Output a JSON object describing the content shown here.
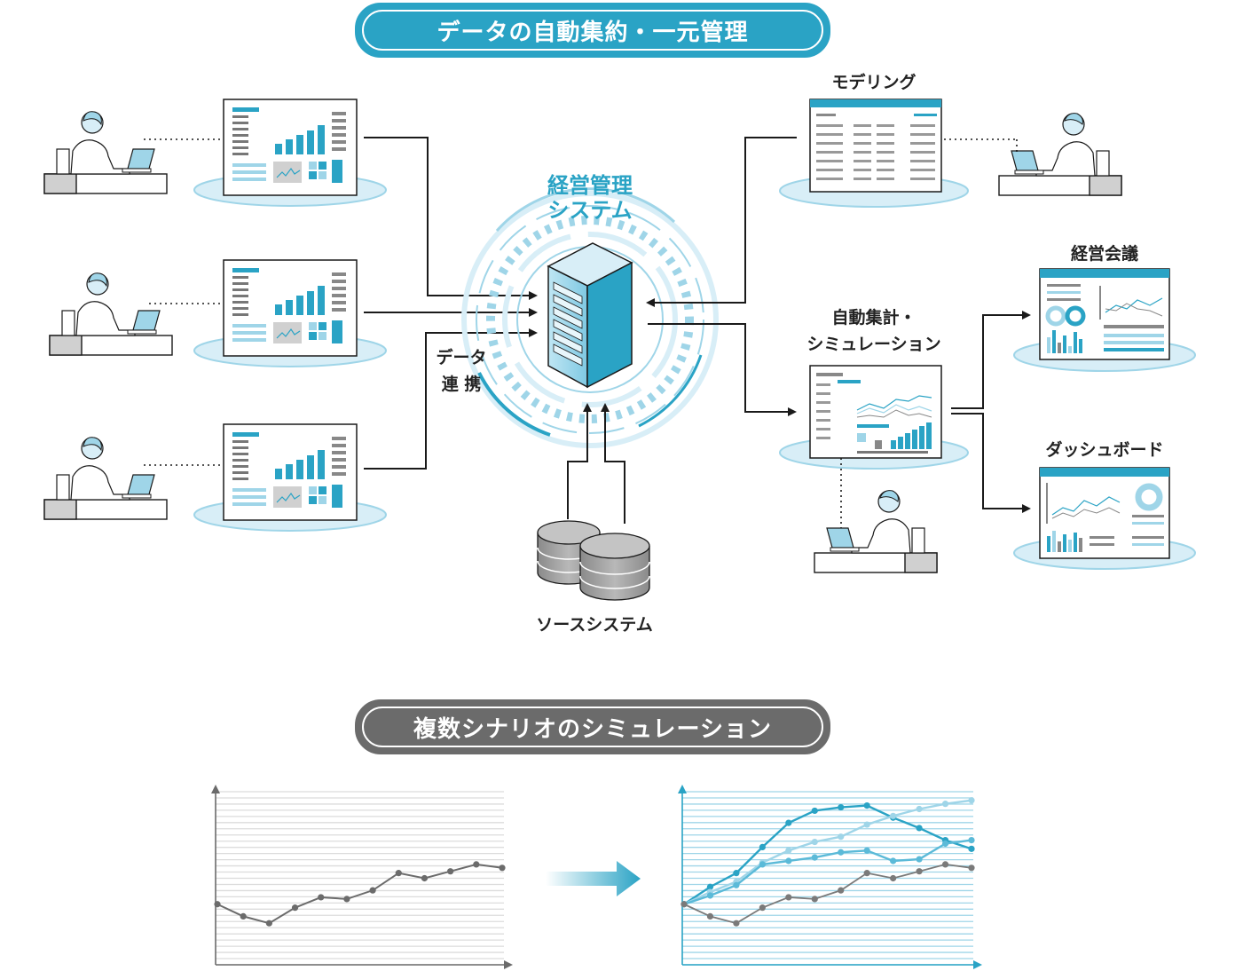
{
  "colors": {
    "accent": "#2aa3c5",
    "accent_light": "#9fd5e8",
    "accent_pale": "#d8eef7",
    "gray": "#6b6b6b",
    "line": "#1a1a1a"
  },
  "section1": {
    "title": "データの自動集約・一元管理"
  },
  "hub": {
    "title_line1": "経営管理",
    "title_line2": "システム",
    "data_link_line1": "データ",
    "data_link_line2": "連 携"
  },
  "source": {
    "label": "ソースシステム"
  },
  "right": {
    "modeling": "モデリング",
    "simulation_line1": "自動集計・",
    "simulation_line2": "シミュレーション",
    "meeting": "経営会議",
    "dashboard": "ダッシュボード"
  },
  "section2": {
    "title": "複数シナリオのシミュレーション"
  },
  "chart_data": [
    {
      "type": "line",
      "title": "",
      "x": [
        1,
        2,
        3,
        4,
        5,
        6,
        7,
        8,
        9,
        10,
        11,
        12
      ],
      "series": [
        {
          "values": [
            35,
            28,
            24,
            33,
            39,
            38,
            43,
            53,
            50,
            54,
            58,
            56
          ]
        }
      ]
    },
    {
      "type": "line",
      "title": "",
      "x": [
        1,
        2,
        3,
        4,
        5,
        6,
        7,
        8,
        9,
        10,
        11,
        12
      ],
      "series": [
        {
          "values": [
            35,
            45,
            53,
            68,
            82,
            89,
            91,
            92,
            85,
            79,
            72,
            67
          ]
        },
        {
          "values": [
            35,
            42,
            48,
            59,
            66,
            71,
            74,
            81,
            86,
            90,
            93,
            95
          ]
        },
        {
          "values": [
            35,
            40,
            46,
            58,
            60,
            62,
            65,
            66,
            60,
            61,
            70,
            72
          ]
        },
        {
          "values": [
            35,
            28,
            24,
            33,
            39,
            38,
            43,
            53,
            50,
            54,
            58,
            56
          ]
        }
      ]
    }
  ]
}
